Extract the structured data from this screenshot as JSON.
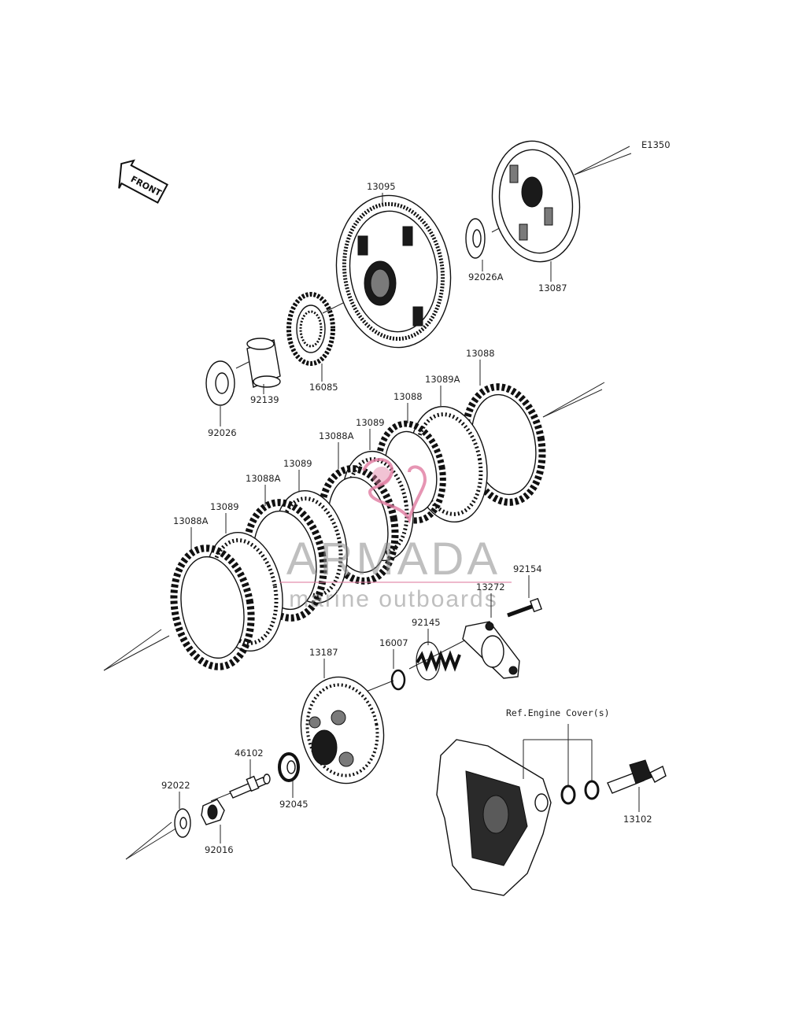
{
  "diagram_code": "E1350",
  "front_label": "FRONT",
  "reference_label": "Ref.Engine Cover(s)",
  "watermark": {
    "brand": "ARMADA",
    "tagline": "marine outboards",
    "accent_color": "#e07aa0"
  },
  "colors": {
    "line": "#222222",
    "background": "#ffffff"
  },
  "parts": [
    "13095",
    "92026A",
    "13087",
    "16085",
    "92139",
    "92026",
    "13088",
    "13089A",
    "13088",
    "13089",
    "13088A",
    "13089",
    "13088A",
    "13089",
    "13088A",
    "92154",
    "13272",
    "92145",
    "16007",
    "13187",
    "46102",
    "92045",
    "92022",
    "92016",
    "13102"
  ]
}
